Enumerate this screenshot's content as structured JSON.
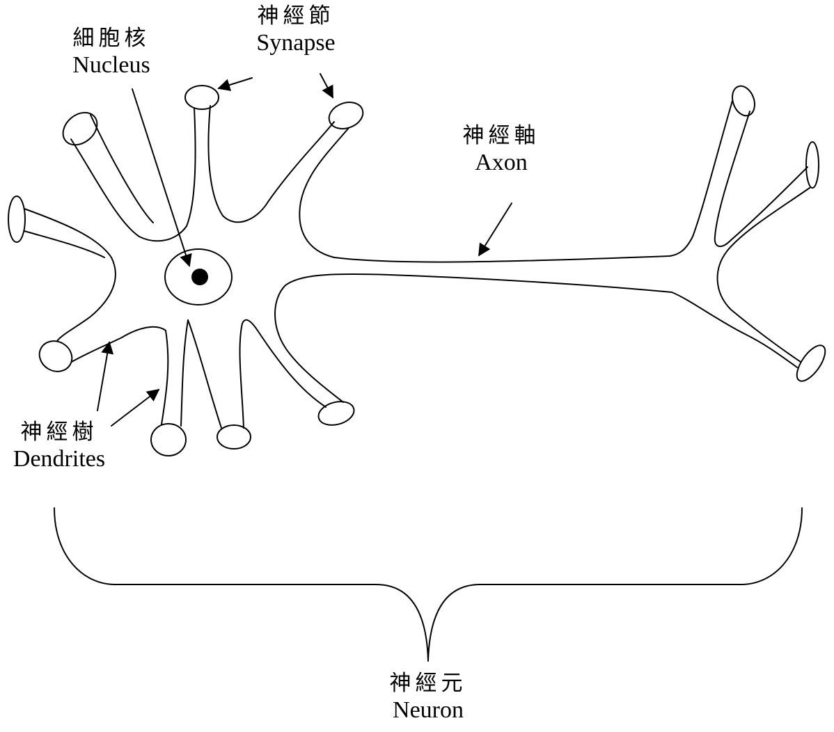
{
  "labels": {
    "nucleus": {
      "zh": "細胞核",
      "en": "Nucleus"
    },
    "synapse": {
      "zh": "神經節",
      "en": "Synapse"
    },
    "axon": {
      "zh": "神經軸",
      "en": "Axon"
    },
    "dendrites": {
      "zh": "神經樹",
      "en": "Dendrites"
    },
    "neuron": {
      "zh": "神經元",
      "en": "Neuron"
    }
  },
  "colors": {
    "stroke": "#000000",
    "background": "#ffffff"
  }
}
